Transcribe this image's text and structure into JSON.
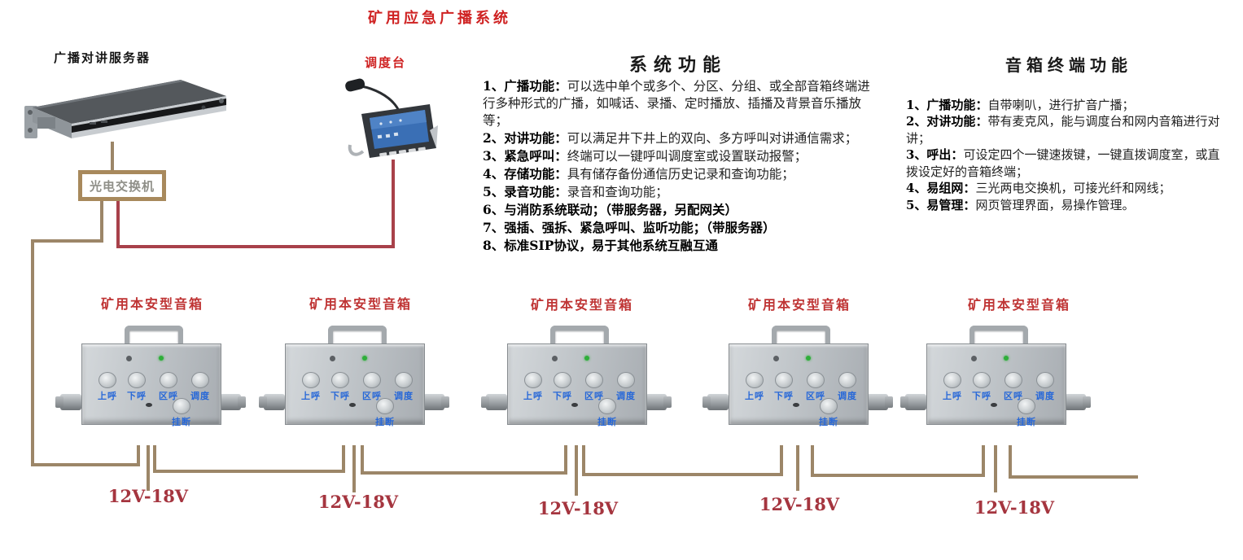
{
  "title": "矿用应急广播系统",
  "server": {
    "label": "广播对讲服务器"
  },
  "dispatcher": {
    "label": "调度台"
  },
  "switch": {
    "label": "光电交换机"
  },
  "system_functions": {
    "title": "系统功能",
    "items": [
      {
        "lead": "1、广播功能：",
        "text": "可以选中单个或多个、分区、分组、或全部音箱终端进行多种形式的广播，如喊话、录播、定时播放、插播及背景音乐播放等；"
      },
      {
        "lead": "2、对讲功能：",
        "text": "可以满足井下井上的双向、多方呼叫对讲通信需求；"
      },
      {
        "lead": "3、紧急呼叫：",
        "text": "终端可以一键呼叫调度室或设置联动报警；"
      },
      {
        "lead": "4、存储功能：",
        "text": "具有储存备份通信历史记录和查询功能；"
      },
      {
        "lead": "5、录音功能：",
        "text": "录音和查询功能；"
      },
      {
        "lead": "6、与消防系统联动；（带服务器，另配网关）",
        "text": ""
      },
      {
        "lead": "7、强插、强拆、紧急呼叫、监听功能；（带服务器）",
        "text": ""
      },
      {
        "lead": "8、标准SIP协议，易于其他系统互融互通",
        "text": ""
      }
    ]
  },
  "terminal_functions": {
    "title": "音箱终端功能",
    "items": [
      {
        "lead": "1、广播功能：",
        "text": "自带喇叭，进行扩音广播；"
      },
      {
        "lead": "2、对讲功能：",
        "text": "带有麦克风，能与调度台和网内音箱进行对讲；"
      },
      {
        "lead": "3、呼出：",
        "text": "可设定四个一键速拨键，一键直拨调度室，或直拨设定好的音箱终端；"
      },
      {
        "lead": "4、易组网：",
        "text": "三光两电交换机，可接光纤和网线；"
      },
      {
        "lead": "5、易管理：",
        "text": "网页管理界面，易操作管理。"
      }
    ]
  },
  "speaker_device": {
    "buttons": [
      "上呼",
      "下呼",
      "区呼",
      "调度",
      "挂断"
    ]
  },
  "speakers": [
    {
      "label": "矿用本安型音箱",
      "power": "12V-18V"
    },
    {
      "label": "矿用本安型音箱",
      "power": "12V-18V"
    },
    {
      "label": "矿用本安型音箱",
      "power": "12V-18V"
    },
    {
      "label": "矿用本安型音箱",
      "power": "12V-18V"
    },
    {
      "label": "矿用本安型音箱",
      "power": "12V-18V"
    }
  ],
  "colors": {
    "title_red": "#cf2222",
    "speaker_label_red": "#bf3434",
    "power_label_red": "#a5353f",
    "wire_tan": "#9c8668",
    "wire_red": "#a8414a",
    "switch_border": "#a8895c",
    "button_label_blue": "#2667d8"
  }
}
